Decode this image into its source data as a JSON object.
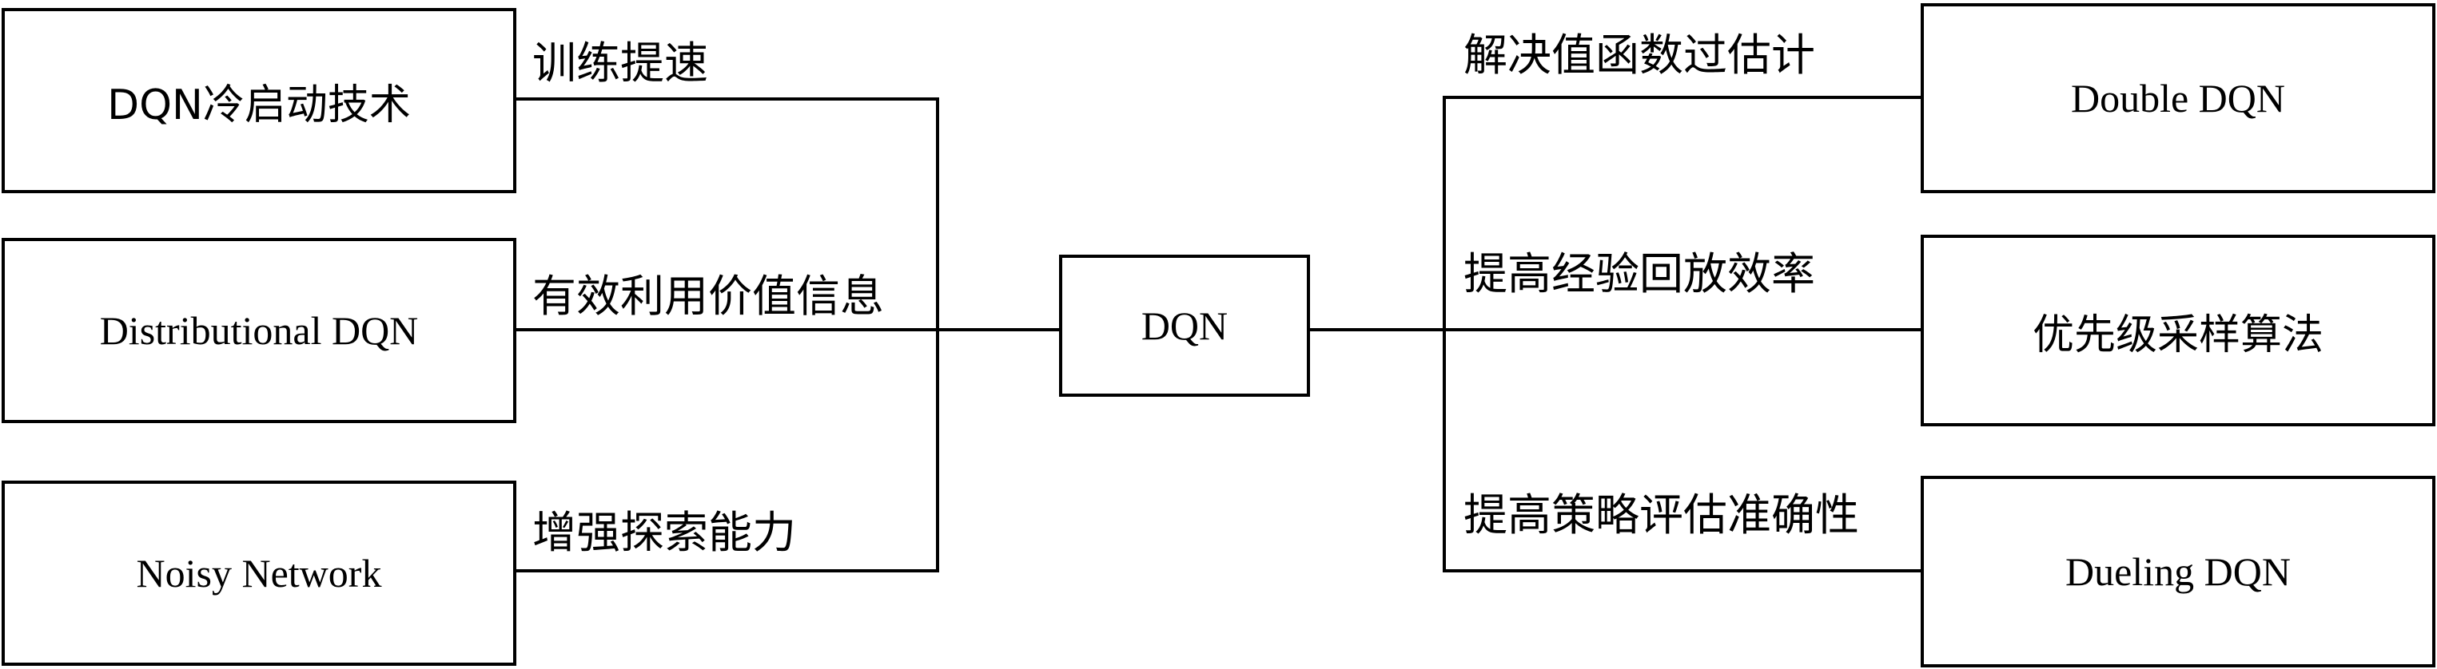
{
  "center": {
    "label": "DQN"
  },
  "left_nodes": [
    {
      "label": "DQN冷启动技术",
      "edge_label": "训练提速"
    },
    {
      "label": "Distributional DQN",
      "edge_label": "有效利用价值信息"
    },
    {
      "label": "Noisy Network",
      "edge_label": "增强探索能力"
    }
  ],
  "right_nodes": [
    {
      "label": "Double DQN",
      "edge_label": "解决值函数过估计"
    },
    {
      "label": "优先级采样算法",
      "edge_label": "提高经验回放效率"
    },
    {
      "label": "Dueling DQN",
      "edge_label": "提高策略评估准确性"
    }
  ]
}
